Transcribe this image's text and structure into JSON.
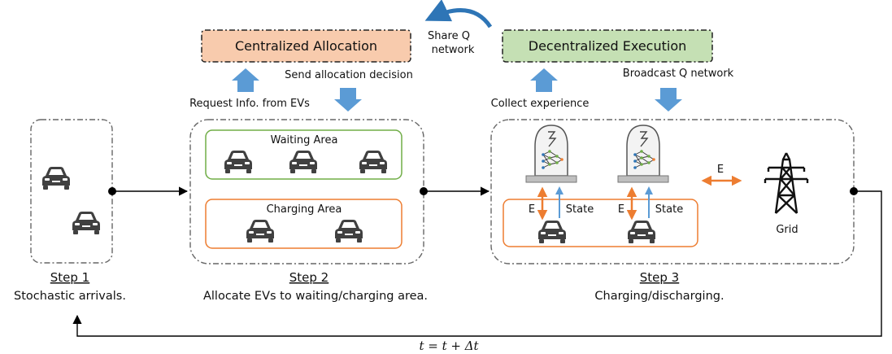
{
  "top": {
    "centralized_label": "Centralized Allocation",
    "decentralized_label": "Decentralized Execution",
    "share_q_line1": "Share Q",
    "share_q_line2": "network",
    "send_allocation": "Send allocation decision",
    "request_info": "Request Info. from EVs",
    "collect_experience": "Collect experience",
    "broadcast_q": "Broadcast Q network",
    "colors": {
      "centralized_fill": "#f8cbad",
      "decentralized_fill": "#c5e0b4",
      "blue_arrow": "#5b9bd5",
      "curved_arrow": "#2e75b6"
    }
  },
  "step1": {
    "number": "Step 1",
    "description": "Stochastic arrivals."
  },
  "step2": {
    "number": "Step 2",
    "description": "Allocate EVs to waiting/charging area.",
    "waiting_area": "Waiting Area",
    "charging_area": "Charging Area",
    "colors": {
      "waiting_border": "#70ad47",
      "charging_border": "#ed7d31"
    }
  },
  "step3": {
    "number": "Step 3",
    "description": "Charging/discharging.",
    "energy_label": "E",
    "state_label": "State",
    "grid_label": "Grid",
    "colors": {
      "energy_arrow": "#ed7d31",
      "state_arrow": "#5b9bd5"
    }
  },
  "feedback": {
    "equation": "t = t + Δt"
  },
  "icons": [
    "car-icon",
    "agent-icon",
    "transmission-tower-icon"
  ]
}
